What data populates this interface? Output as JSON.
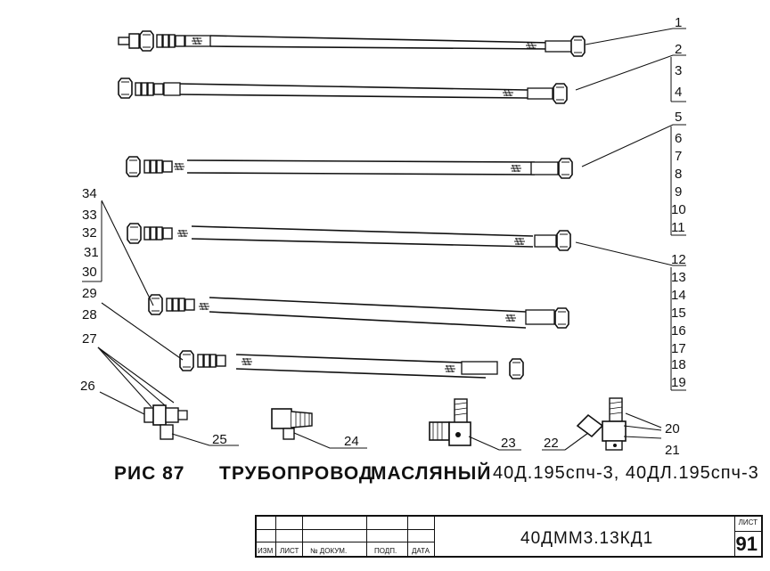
{
  "callouts": {
    "n1": "1",
    "n2": "2",
    "n3": "3",
    "n4": "4",
    "n5": "5",
    "n6": "6",
    "n7": "7",
    "n8": "8",
    "n9": "9",
    "n10": "10",
    "n11": "11",
    "n12": "12",
    "n13": "13",
    "n14": "14",
    "n15": "15",
    "n16": "16",
    "n17": "17",
    "n18": "18",
    "n19": "19",
    "n20": "20",
    "n21": "21",
    "n22": "22",
    "n23": "23",
    "n24": "24",
    "n25": "25",
    "n26": "26",
    "n27": "27",
    "n28": "28",
    "n29": "29",
    "n30": "30",
    "n31": "31",
    "n32": "32",
    "n33": "33",
    "n34": "34"
  },
  "caption": {
    "figure": "РИС 87",
    "title": "ТРУБОПРОВОД",
    "title2": "МАСЛЯНЫЙ",
    "models": "40Д.195спч-3, 40ДЛ.195спч-3"
  },
  "title_block": {
    "headers": [
      "ИЗМ",
      "ЛИСТ",
      "№ ДОКУМ.",
      "ПОДП.",
      "ДАТА"
    ],
    "doc_code": "40ДММ3.13КД1",
    "sheet_label": "ЛИСТ",
    "sheet_number": "91"
  }
}
